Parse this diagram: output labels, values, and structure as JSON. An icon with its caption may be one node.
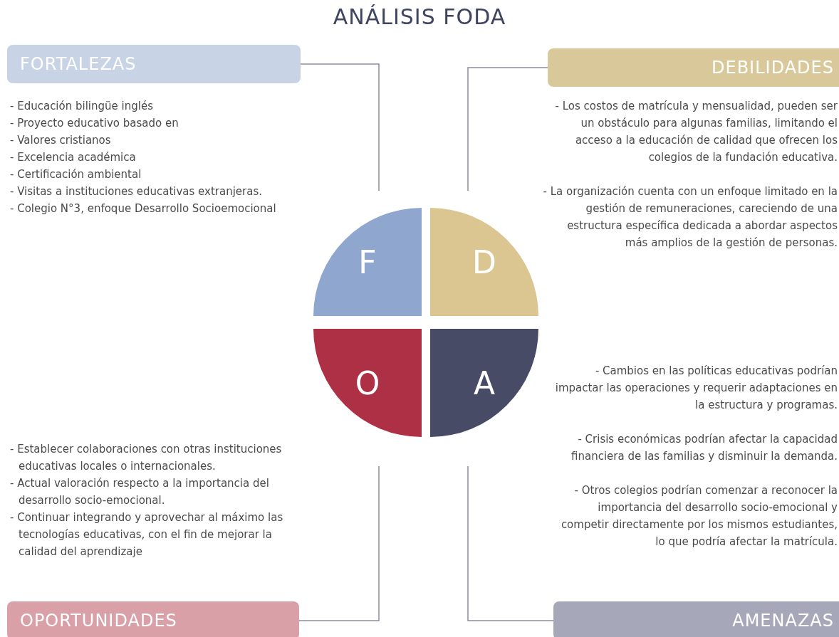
{
  "diagram": {
    "title": "ANÁLISIS FODA",
    "nodes": [
      {
        "text": [
          "FORTALEZAS"
        ]
      },
      {
        "text": [
          "DEBILIDADES"
        ]
      },
      {
        "text": [
          "F"
        ]
      },
      {
        "text": [
          "D"
        ]
      },
      {
        "text": [
          "O"
        ]
      },
      {
        "text": [
          "A"
        ]
      },
      {
        "text": [
          "OPORTUNIDADES"
        ]
      },
      {
        "text": [
          "AMENAZAS"
        ]
      }
    ],
    "edges": [
      {
        "from": 0,
        "to": null,
        "arrow": "none"
      },
      {
        "from": 1,
        "to": null,
        "arrow": "none"
      },
      {
        "from": 6,
        "to": null,
        "arrow": "none"
      },
      {
        "from": 7,
        "to": null,
        "arrow": "none"
      }
    ],
    "labels": [
      "- Educación bilingüe inglés",
      "- Proyecto educativo basado en",
      "- Valores cristianos",
      "- Excelencia académica",
      "- Certificación ambiental",
      "- Visitas a instituciones educativas extranjeras.",
      "- Colegio N°3, enfoque Desarrollo Socioemocional",
      "- Los costos de matrícula y mensualidad, pueden ser un obstáculo para algunas familias, limitando el acceso a la educación de calidad que ofrecen los colegios de la fundación educativa.",
      "- La organización cuenta con un enfoque limitado en la gestión de remuneraciones, careciendo de una estructura específica dedicada a abordar aspectos más amplios de la gestión de personas.",
      "- Cambios en las políticas educativas podrían impactar las operaciones y requerir adaptaciones en la estructura y programas.",
      "- Crisis económicas podrían afectar la capacidad financiera de las familias y disminuir la demanda.",
      "- Otros colegios podrían comenzar a reconocer la importancia del desarrollo socio-emocional y competir directamente por los mismos estudiantes, lo que podría afectar la matrícula.",
      "- Establecer colaboraciones con otras instituciones educativas locales o internacionales.",
      "- Actual valoración respecto a la  importancia del desarrollo socio-emocional.",
      "- Continuar integrando y aprovechar al máximo las tecnologías educativas, con el fin de mejorar la calidad del aprendizaje"
    ]
  }
}
